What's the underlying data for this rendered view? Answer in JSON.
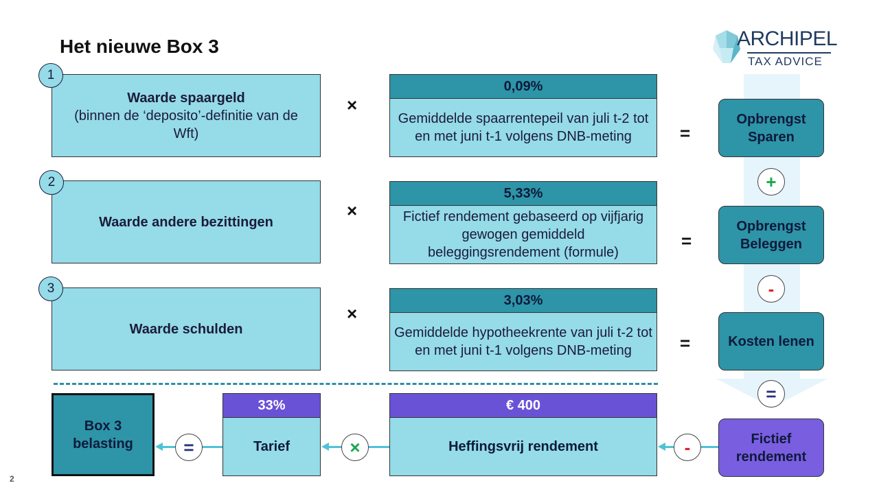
{
  "slide": {
    "title": "Het nieuwe Box 3",
    "page_number": "2"
  },
  "logo": {
    "name": "ARCHIPEL",
    "tagline": "TAX ADVICE"
  },
  "rows": [
    {
      "badge": "1",
      "input_bold": "Waarde spaargeld",
      "input_rest": "(binnen de ‘deposito’-definitie van de Wft)",
      "operator": "×",
      "rate": "0,09%",
      "rate_description": "Gemiddelde spaarrentepeil van juli t-2 tot en met juni t-1 volgens DNB-meting",
      "equals": "=",
      "result": "Opbrengst Sparen"
    },
    {
      "badge": "2",
      "input_bold": "Waarde andere bezittingen",
      "input_rest": "",
      "operator": "×",
      "rate": "5,33%",
      "rate_description": "Fictief rendement gebaseerd op vijfjarig gewogen gemiddeld beleggingsrendement (formule)",
      "equals": "=",
      "result": "Opbrengst Beleggen"
    },
    {
      "badge": "3",
      "input_bold": "Waarde schulden",
      "input_rest": "",
      "operator": "×",
      "rate": "3,03%",
      "rate_description": "Gemiddelde hypotheekrente van juli t-2 tot en met juni t-1 volgens DNB-meting",
      "equals": "=",
      "result": "Kosten lenen"
    }
  ],
  "column_ops": {
    "plus": "+",
    "minus": "-",
    "equals": "="
  },
  "bottom": {
    "fictief": "Fictief rendement",
    "minus_op": "-",
    "heffingsvrij_amount": "€ 400",
    "heffingsvrij_label": "Heffingsvrij rendement",
    "times_op": "×",
    "tarief_pct": "33%",
    "tarief_label": "Tarief",
    "equals_op": "=",
    "box3": "Box 3 belasting"
  },
  "colors": {
    "light_teal": "#95dbe8",
    "dark_teal": "#2e94a8",
    "purple": "#6a52d6",
    "plus_green": "#1aa84a",
    "minus_red": "#e0202a",
    "equals_navy": "#2a2e7a"
  }
}
